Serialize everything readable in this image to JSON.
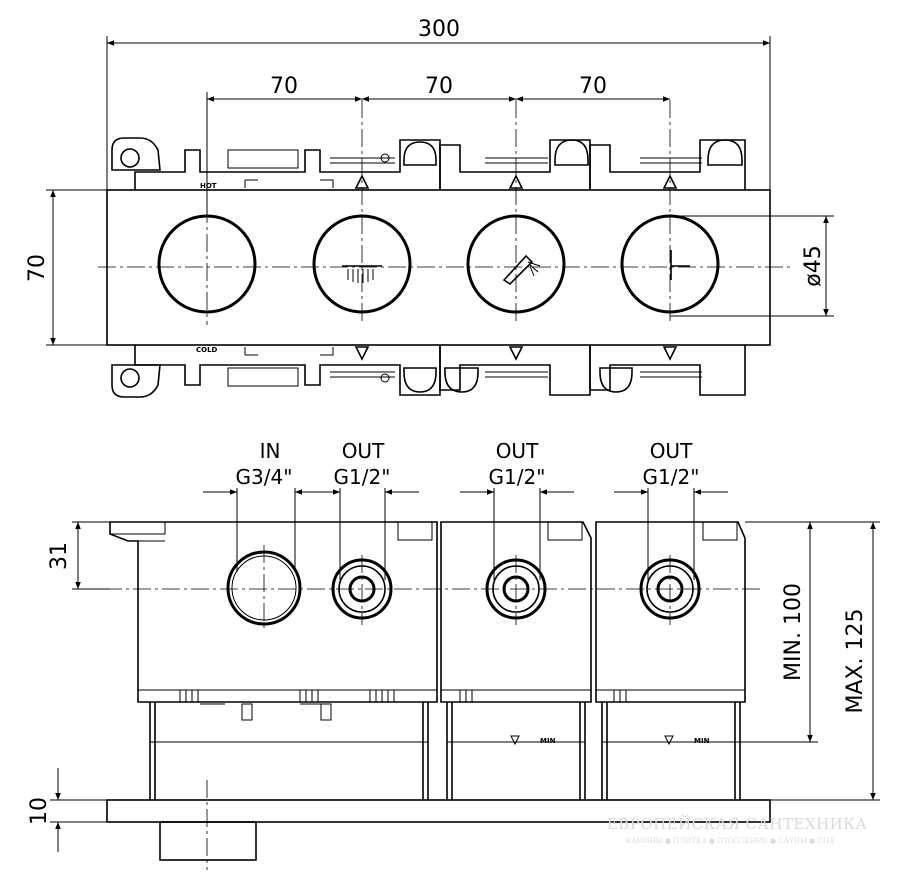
{
  "dimensions": {
    "overall_width": "300",
    "spacing_1": "70",
    "spacing_2": "70",
    "spacing_3": "70",
    "plate_height": "70",
    "knob_diameter": "ø45",
    "depth_min": "MIN. 100",
    "depth_max": "MAX. 125",
    "offset_top": "31",
    "plate_thickness": "10"
  },
  "connections": [
    {
      "role": "IN",
      "thread": "G3/4\""
    },
    {
      "role": "OUT",
      "thread": "G1/2\""
    },
    {
      "role": "OUT",
      "thread": "G1/2\""
    },
    {
      "role": "OUT",
      "thread": "G1/2\""
    }
  ],
  "markings": {
    "hot": "HOT",
    "cold": "COLD",
    "min_1": "MIN",
    "min_2": "MIN"
  },
  "watermark": {
    "brand": "ЕВРОПЕЙСКАЯ САНТЕХНИКА",
    "tagline": "КАМИНЫ ● ПЛИТКА ● ОТОПЛЕНИЕ ● САУНЫ ● СПА"
  }
}
